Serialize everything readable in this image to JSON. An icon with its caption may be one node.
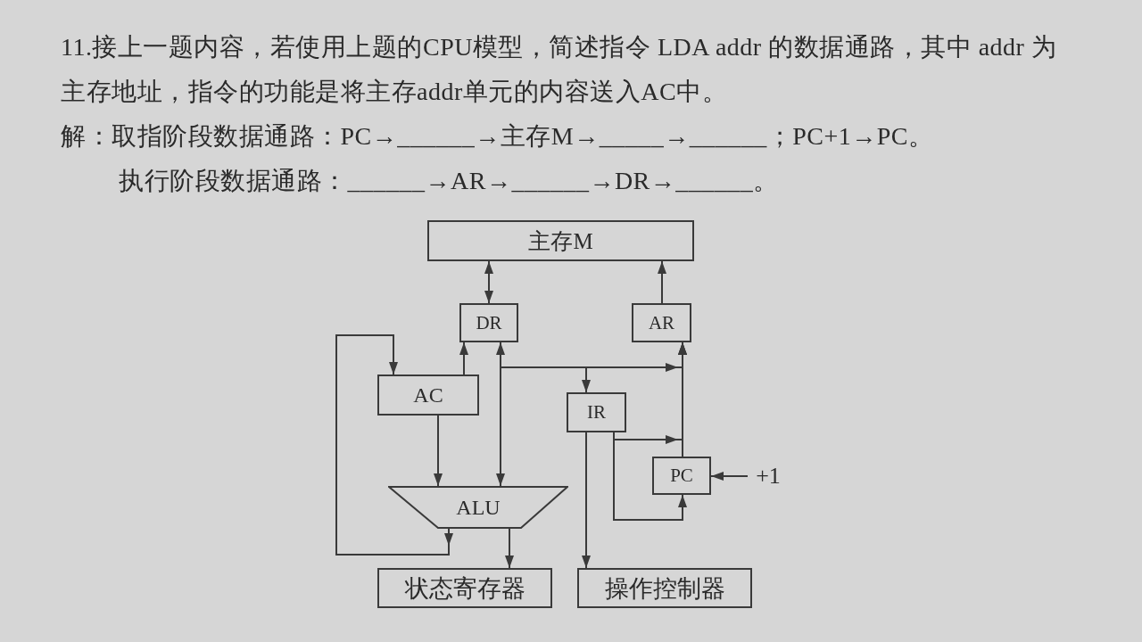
{
  "diagram": {
    "nodes": [
      {
        "text": [
          "主存M"
        ]
      },
      {
        "text": [
          "DR"
        ]
      },
      {
        "text": [
          "AR"
        ]
      },
      {
        "text": [
          "AC"
        ]
      },
      {
        "text": [
          "IR"
        ]
      },
      {
        "text": [
          "PC"
        ]
      },
      {
        "text": [
          "ALU"
        ]
      },
      {
        "text": [
          "状态寄存器"
        ]
      },
      {
        "text": [
          "操作控制器"
        ]
      },
      {
        "text": [
          "+1"
        ]
      }
    ],
    "edges": [
      {
        "from": 1,
        "to": 0,
        "arrow": "both"
      },
      {
        "from": 2,
        "to": 0,
        "arrow": "to"
      },
      {
        "from": 3,
        "to": 1,
        "arrow": "to"
      },
      {
        "from": 6,
        "to": 1,
        "arrow": "both"
      },
      {
        "from": 1,
        "to": 4,
        "arrow": "to"
      },
      {
        "from": 1,
        "to": 2,
        "arrow": "to"
      },
      {
        "from": 5,
        "to": 2,
        "arrow": "to"
      },
      {
        "from": 4,
        "to": 2,
        "arrow": "to"
      },
      {
        "from": 4,
        "to": 5,
        "arrow": "to"
      },
      {
        "from": 4,
        "to": 8,
        "arrow": "to"
      },
      {
        "from": 3,
        "to": 6,
        "arrow": "to"
      },
      {
        "from": 6,
        "to": 7,
        "arrow": "to"
      },
      {
        "from": 6,
        "to": 3,
        "arrow": "to"
      },
      {
        "from": 9,
        "to": 5,
        "arrow": "to"
      }
    ],
    "labels": [
      "11.接上一题内容，若使用上题的CPU模型，简述指令 LDA addr 的数据通路，其中 addr 为主存地址，指令的功能是将主存addr单元的内容送入AC中。",
      "解：取指阶段数据通路：PC→______→主存M→_____→______；PC+1→PC。",
      "执行阶段数据通路：______→AR→______→DR→______。"
    ]
  }
}
